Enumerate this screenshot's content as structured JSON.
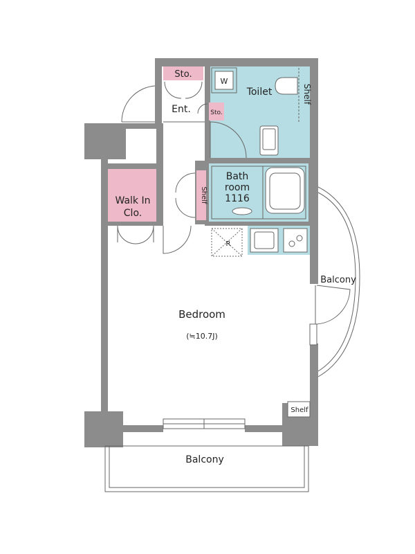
{
  "colors": {
    "wall": "#8c8c8c",
    "blue_room": "#b6dde3",
    "pink_room": "#eeb9c9",
    "line": "#666666",
    "background": "#ffffff"
  },
  "rooms": {
    "storage_top": "Sto.",
    "entrance": "Ent.",
    "storage_small": "Sto.",
    "washer": "W",
    "toilet": "Toilet",
    "toilet_shelf": "Shelf",
    "bath_line1": "Bath",
    "bath_line2": "room",
    "bath_line3": "1116",
    "hall_shelf": "Shelf",
    "walkin_line1": "Walk In",
    "walkin_line2": "Clo.",
    "fridge": "R",
    "bedroom": "Bedroom",
    "bedroom_size": "(≒10.7J)",
    "corner_shelf": "Shelf",
    "balcony_side": "Balcony",
    "balcony_bottom": "Balcony"
  }
}
